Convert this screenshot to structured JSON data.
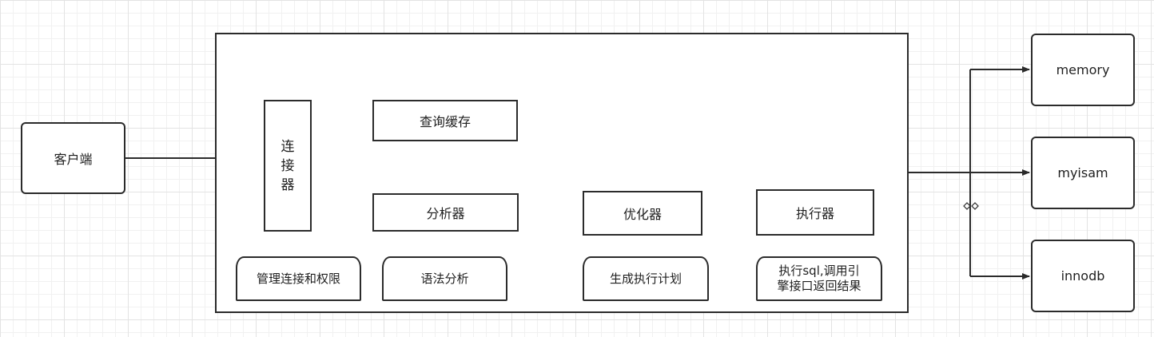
{
  "nodes": {
    "client": "客户端",
    "connector": [
      "连",
      "接",
      "器"
    ],
    "query_cache": "查询缓存",
    "analyzer": "分析器",
    "optimizer": "优化器",
    "executor": "执行器",
    "memory": "memory",
    "myisam": "myisam",
    "innodb": "innodb"
  },
  "notes": {
    "connector_note": "管理连接和权限",
    "analyzer_note": "语法分析",
    "optimizer_note": "生成执行计划",
    "executor_note_line1": "执行sql,调用引",
    "executor_note_line2": "擎接口返回结果"
  },
  "colors": {
    "stroke": "#2b2b2b",
    "background": "#ffffff"
  }
}
